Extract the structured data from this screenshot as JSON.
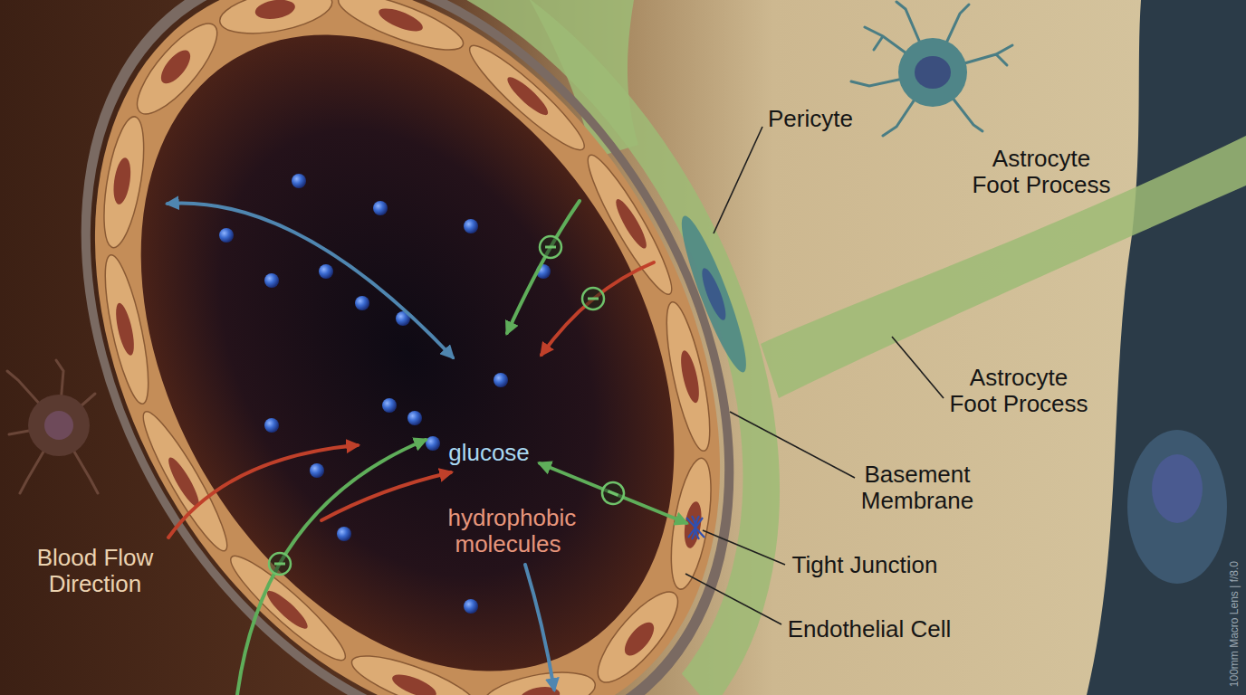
{
  "diagram": {
    "labels": [
      "Pericyte",
      "Astrocyte Foot Process",
      "Astrocyte Foot Process",
      "Basement Membrane",
      "Tight Junction",
      "Endothelial Cell",
      "glucose",
      "hydrophobic molecules",
      "Blood Flow Direction",
      "100mm Macro Lens | f/8.0"
    ]
  }
}
